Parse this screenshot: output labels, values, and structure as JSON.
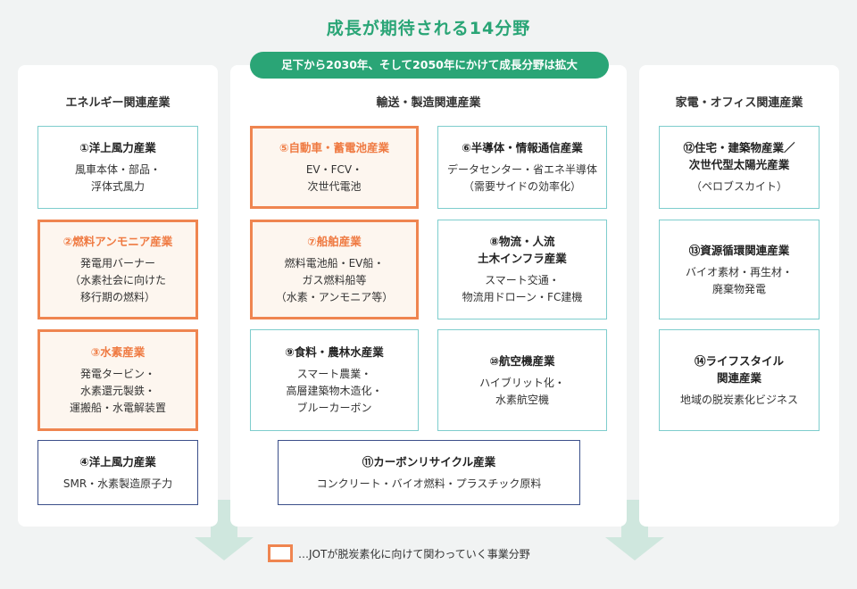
{
  "title": "成長が期待される14分野",
  "subtitle": "足下から2030年、そして2050年にかけて成長分野は拡大",
  "colors": {
    "accent_green": "#2aa576",
    "highlight_orange": "#ef8550",
    "teal_border": "#7ecdcd",
    "navy_border": "#3b4f8a"
  },
  "panels": {
    "energy": {
      "title": "エネルギー関連産業"
    },
    "transport": {
      "title": "輸送・製造関連産業"
    },
    "home": {
      "title": "家電・オフィス関連産業"
    }
  },
  "fields": [
    {
      "title": "①洋上風力産業",
      "body": "風車本体・部品・\n浮体式風力",
      "highlight": false
    },
    {
      "title": "②燃料アンモニア産業",
      "body": "発電用バーナー\n（水素社会に向けた\n移行期の燃料）",
      "highlight": true
    },
    {
      "title": "③水素産業",
      "body": "発電タービン・\n水素還元製鉄・\n運搬船・水電解装置",
      "highlight": true
    },
    {
      "title": "④洋上風力産業",
      "body": "SMR・水素製造原子力",
      "highlight": false
    },
    {
      "title": "⑤自動車・蓄電池産業",
      "body": "EV・FCV・\n次世代電池",
      "highlight": true
    },
    {
      "title": "⑥半導体・情報通信産業",
      "body": "データセンター・省エネ半導体\n（需要サイドの効率化）",
      "highlight": false
    },
    {
      "title": "⑦船舶産業",
      "body": "燃料電池船・EV船・\nガス燃料船等\n（水素・アンモニア等）",
      "highlight": true
    },
    {
      "title": "⑧物流・人流\n土木インフラ産業",
      "body": "スマート交通・\n物流用ドローン・FC建機",
      "highlight": false
    },
    {
      "title": "⑨食料・農林水産業",
      "body": "スマート農業・\n高層建築物木造化・\nブルーカーボン",
      "highlight": false
    },
    {
      "title": "⑩航空機産業",
      "body": "ハイブリット化・\n水素航空機",
      "highlight": false
    },
    {
      "title": "⑪カーボンリサイクル産業",
      "body": "コンクリート・バイオ燃料・プラスチック原料",
      "highlight": false
    },
    {
      "title": "⑫住宅・建築物産業／\n次世代型太陽光産業",
      "body": "（ペロブスカイト）",
      "highlight": false
    },
    {
      "title": "⑬資源循環関連産業",
      "body": "バイオ素材・再生材・\n廃棄物発電",
      "highlight": false
    },
    {
      "title": "⑭ライフスタイル\n関連産業",
      "body": "地域の脱炭素化ビジネス",
      "highlight": false
    }
  ],
  "legend": {
    "text": "…JOTが脱炭素化に向けて関わっていく事業分野"
  }
}
